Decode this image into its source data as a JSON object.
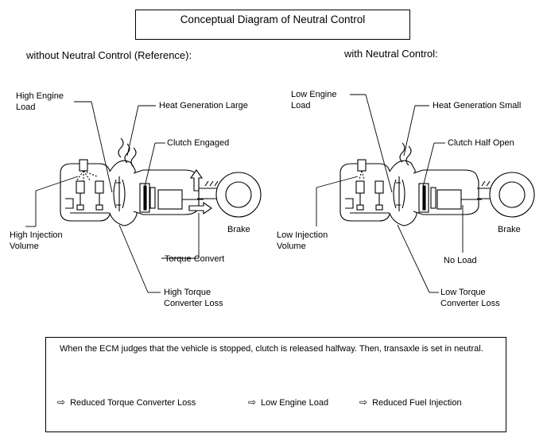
{
  "title": "Conceptual Diagram of Neutral Control",
  "left_panel": {
    "heading": "without Neutral Control (Reference):",
    "labels": {
      "high_engine_load": "High Engine\nLoad",
      "heat_generation": "Heat Generation Large",
      "clutch": "Clutch Engaged",
      "injection": "High Injection\nVolume",
      "brake": "Brake",
      "torque_convert": "Torque Convert",
      "converter_loss": "High Torque\nConverter Loss"
    }
  },
  "right_panel": {
    "heading": "with Neutral Control:",
    "labels": {
      "low_engine_load": "Low Engine\nLoad",
      "heat_generation": "Heat Generation Small",
      "clutch": "Clutch Half Open",
      "injection": "Low Injection\nVolume",
      "brake": "Brake",
      "no_load": "No Load",
      "converter_loss": "Low Torque\nConverter Loss"
    }
  },
  "note": {
    "text": "When the ECM judges that the vehicle is stopped, clutch is released halfway. Then, transaxle is set in neutral.",
    "legend": [
      {
        "icon": "double-arrow-icon",
        "label": "Reduced Torque Converter Loss"
      },
      {
        "icon": "double-arrow-icon",
        "label": "Low Engine Load"
      },
      {
        "icon": "double-arrow-icon",
        "label": "Reduced Fuel Injection"
      }
    ]
  }
}
